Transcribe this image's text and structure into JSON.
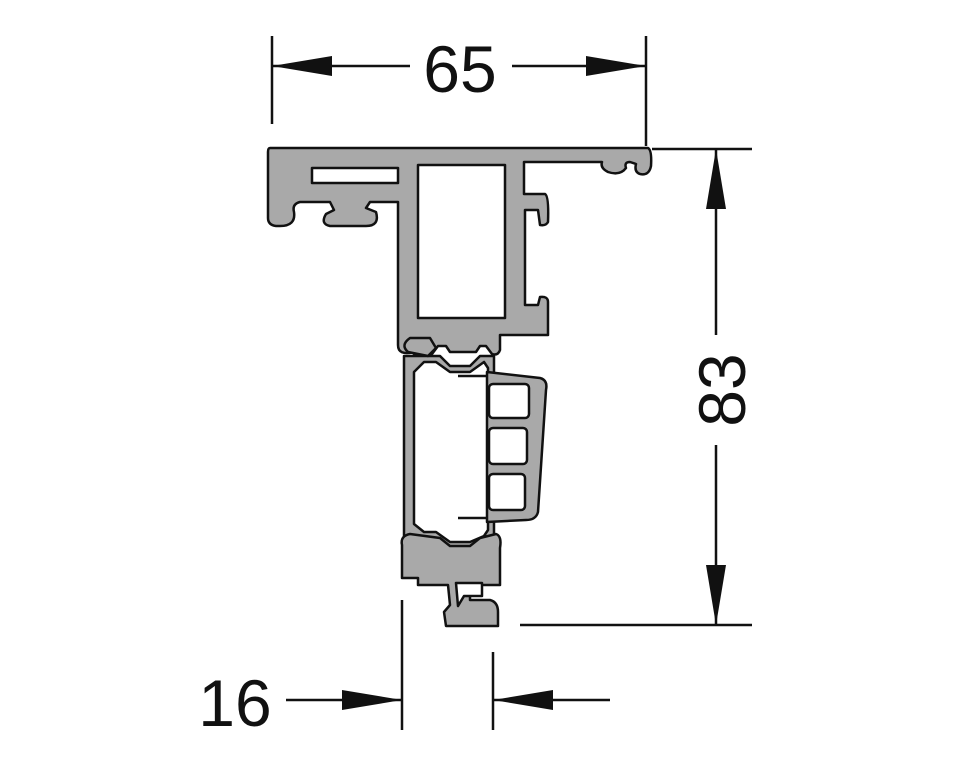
{
  "dimensions": {
    "width_label": "65",
    "height_label": "83",
    "sash_width_label": "16"
  },
  "colors": {
    "profile_fill": "#a9a9a9",
    "line": "#111111"
  }
}
